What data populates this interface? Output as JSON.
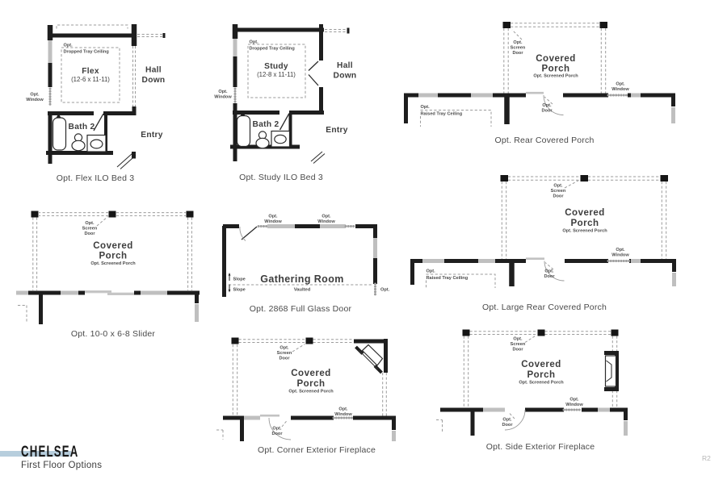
{
  "labels": {
    "opt": "Opt.",
    "window": "Window",
    "screen": "Screen",
    "door": "Door",
    "covered": "Covered",
    "porch": "Porch",
    "screened_porch": "Opt. Screened Porch",
    "raised_tray": "Raised Tray Ceiling",
    "dropped_tray": "Dropped Tray Ceiling",
    "hall": "Hall",
    "down": "Down",
    "bath": "Bath 2",
    "entry": "Entry",
    "slope": "Slope",
    "vaulted": "Vaulted",
    "gathering_room": "Gathering Room"
  },
  "plans": {
    "flex": {
      "caption": "Opt. Flex ILO Bed 3",
      "room": "Flex",
      "dims": "(12-6 x 11-11)"
    },
    "study": {
      "caption": "Opt. Study ILO Bed 3",
      "room": "Study",
      "dims": "(12-8 x 11-11)"
    },
    "rear_porch": {
      "caption": "Opt. Rear Covered Porch"
    },
    "slider": {
      "caption": "Opt. 10-0 x 6-8 Slider"
    },
    "glass_door": {
      "caption": "Opt. 2868 Full Glass Door"
    },
    "large_porch": {
      "caption": "Opt. Large Rear Covered Porch"
    },
    "corner_fireplace": {
      "caption": "Opt. Corner Exterior Fireplace"
    },
    "side_fireplace": {
      "caption": "Opt. Side Exterior Fireplace"
    }
  },
  "footer": {
    "brand": "CHELSEA",
    "subtitle": "First Floor Options",
    "revision": "R2"
  },
  "colors": {
    "wall": "#1e1e1e",
    "window_fill": "#bfbfbf",
    "dashed_line": "#9b9b9b",
    "text": "#3d3d3d",
    "accent_bar": "#b7cedd",
    "background": "#ffffff",
    "revision_text": "#b5b5b5"
  }
}
